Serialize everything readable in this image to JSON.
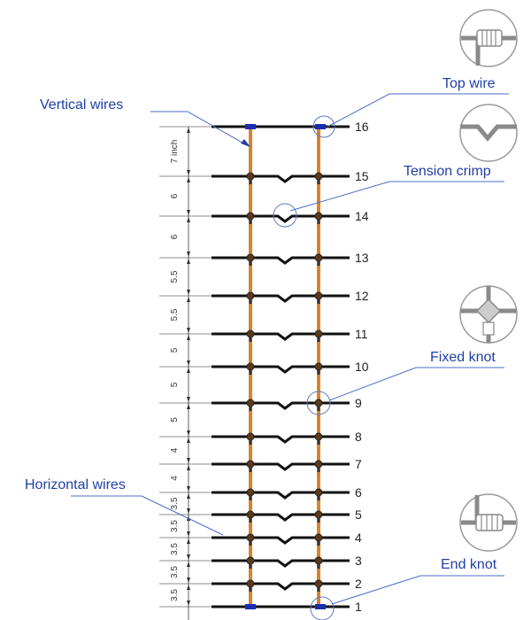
{
  "title": "Fence wire layout",
  "wire_numbers": [
    "16",
    "15",
    "14",
    "13",
    "12",
    "11",
    "10",
    "9",
    "8",
    "7",
    "6",
    "5",
    "4",
    "3",
    "2",
    "1"
  ],
  "spacings": [
    "7 inch",
    "6",
    "6",
    "5.5",
    "5.5",
    "5",
    "5",
    "5",
    "4",
    "4",
    "3.5",
    "3.5",
    "3.5",
    "3.5",
    "3.5"
  ],
  "callouts": {
    "vertical_wires": "Vertical wires",
    "top_wire": "Top wire",
    "tension_crimp": "Tension crimp",
    "fixed_knot": "Fixed knot",
    "horizontal_wires": "Horizontal wires",
    "end_knot": "End knot"
  },
  "colors": {
    "vertical_wire": "#d9832a",
    "horizontal_wire": "#111111",
    "callout": "#1f3fa8",
    "icon": "#8a8a8a",
    "clip": "#1a2fb0"
  }
}
